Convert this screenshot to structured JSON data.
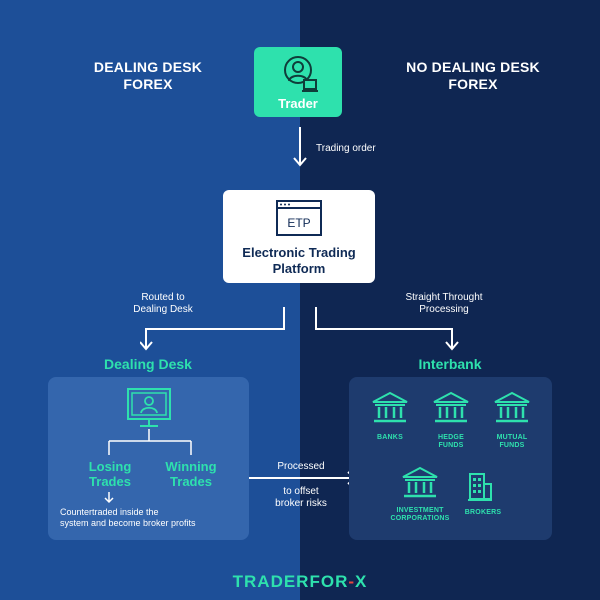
{
  "left_heading": [
    "DEALING DESK",
    "FOREX"
  ],
  "right_heading": [
    "NO DEALING DESK",
    "FOREX"
  ],
  "trader": {
    "label": "Trader",
    "icon": "trader-person-icon"
  },
  "arrow_trading_order": "Trading order",
  "etp": {
    "icon_text": "ETP",
    "title_lines": [
      "Electronic Trading",
      "Platform"
    ]
  },
  "routed_text": [
    "Routed to",
    "Dealing Desk"
  ],
  "stp_text": [
    "Straight Throught",
    "Processing"
  ],
  "dealing_desk": {
    "title": "Dealing Desk",
    "losing": [
      "Losing",
      "Trades"
    ],
    "winning": [
      "Winning",
      "Trades"
    ],
    "counter": [
      "Countertraded inside the",
      "system and become broker profits"
    ]
  },
  "processed_text": [
    "Processed",
    "to offset",
    "broker risks"
  ],
  "interbank": {
    "title": "Interbank",
    "banks": [
      "BANKS"
    ],
    "hedge": [
      "HEDGE",
      "FUNDS"
    ],
    "mutual": [
      "MUTUAL",
      "FUNDS"
    ],
    "investment": [
      "INVESTMENT",
      "CORPORATIONS"
    ],
    "brokers": [
      "BROKERS"
    ]
  },
  "logo": {
    "part1": "TRADER",
    "part2": "FOR",
    "sep": "-",
    "part3": "X"
  },
  "colors": {
    "left_bg": "#1d4f98",
    "right_bg": "#0f2652",
    "accent": "#2ee1ad",
    "logo_sep": "#e8463c"
  }
}
